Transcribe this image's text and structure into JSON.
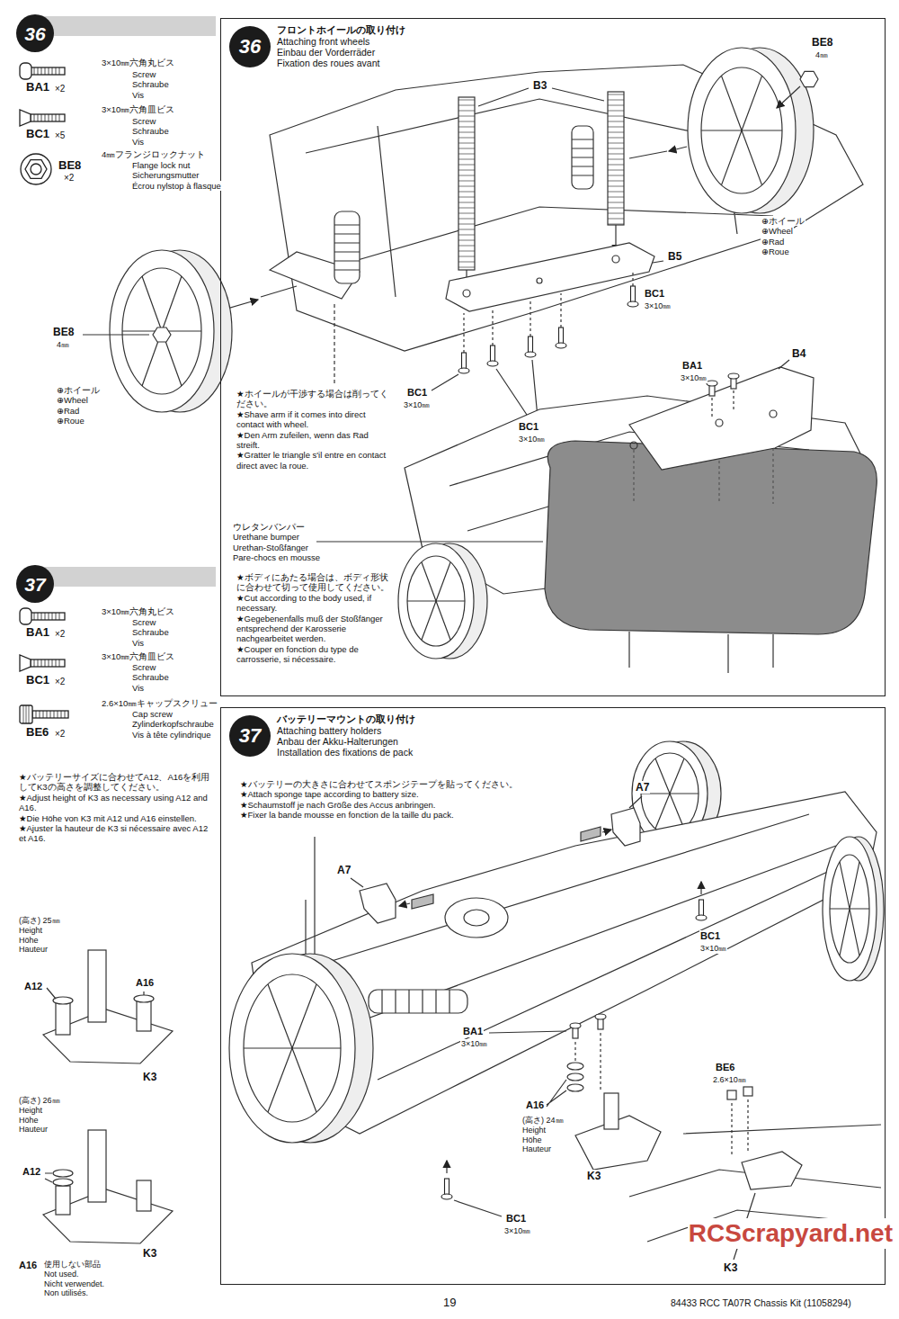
{
  "diagram": {
    "nodes": [
      {
        "text": [
          "36"
        ]
      },
      {
        "text": [
          "フロントホイールの取り付け",
          "Attaching front wheels",
          "Einbau der Vorderräder",
          "Fixation des roues avant"
        ]
      },
      {
        "text": [
          "36"
        ],
        "in": 1
      },
      {
        "text": [
          "37"
        ]
      },
      {
        "text": [
          "バッテリーマウントの取り付け",
          "Attaching battery holders",
          "Anbau der Akku-Halterungen",
          "Installation des fixations de pack"
        ]
      },
      {
        "text": [
          "37"
        ],
        "in": 4
      }
    ],
    "labels": [
      "BA1",
      "×2",
      "3×10㎜六角丸ビス",
      "Screw",
      "Schraube",
      "Vis",
      "BC1",
      "×5",
      "3×10㎜六角皿ビス",
      "Screw",
      "Schraube",
      "Vis",
      "BE8",
      "×2",
      "4㎜フランジロックナット",
      "Flange lock nut",
      "Sicherungsmutter",
      "Écrou nylstop à flasque",
      "B3",
      "BE8",
      "4㎜",
      "⊕ホイール",
      "⊕Wheel",
      "⊕Rad",
      "⊕Roue",
      "B5",
      "BC1",
      "3×10㎜",
      "BC1",
      "3×10㎜",
      "BC1",
      "3×10㎜",
      "BA1",
      "3×10㎜",
      "B4",
      "BE8",
      "4㎜",
      "⊕ホイール",
      "⊕Wheel",
      "⊕Rad",
      "⊕Roue",
      "★ホイールが干渉する場合は削ってください。",
      "★Shave arm if it comes into direct contact with wheel.",
      "★Den Arm zufeilen, wenn das Rad streift.",
      "★Gratter le triangle s'il entre en contact direct avec la roue.",
      "ウレタンバンパー",
      "Urethane bumper",
      "Urethan-Stoßfänger",
      "Pare-chocs en mousse",
      "★ボディにあたる場合は、ボディ形状に合わせて切って使用してください。",
      "★Cut according to the body used, if necessary.",
      "★Gegebenenfalls muß der Stoßfänger entsprechend der Karosserie nachgearbeitet werden.",
      "★Couper en fonction du type de carrosserie, si nécessaire.",
      "BA1",
      "×2",
      "3×10㎜六角丸ビス",
      "Screw",
      "Schraube",
      "Vis",
      "BC1",
      "×2",
      "3×10㎜六角皿ビス",
      "Screw",
      "Schraube",
      "Vis",
      "BE6",
      "×2",
      "2.6×10㎜キャップスクリュー",
      "Cap screw",
      "Zylinderkopfschraube",
      "Vis à tête cylindrique",
      "★バッテリーサイズに合わせてA12、A16を利用してK3の高さを調整してください。",
      "★Adjust height of K3 as necessary using A12 and A16.",
      "★Die Höhe von K3 mit A12 und A16 einstellen.",
      "★Ajuster la hauteur de K3 si nécessaire avec A12 et A16.",
      "(高さ) 25㎜",
      "Height",
      "Höhe",
      "Hauteur",
      "A12",
      "A16",
      "K3",
      "(高さ) 26㎜",
      "Height",
      "Höhe",
      "Hauteur",
      "A12",
      "K3",
      "A16",
      "使用しない部品",
      "Not used.",
      "Nicht verwendet.",
      "Non utilisés.",
      "★バッテリーの大きさに合わせてスポンジテープを貼ってください。",
      "★Attach sponge tape according to battery size.",
      "★Schaumstoff je nach Größe des Accus anbringen.",
      "★Fixer la bande mousse en fonction de la taille du pack.",
      "A7",
      "A7",
      "BC1",
      "3×10㎜",
      "BA1",
      "3×10㎜",
      "A16",
      "(高さ) 24㎜",
      "Height",
      "Höhe",
      "Hauteur",
      "K3",
      "BC1",
      "3×10㎜",
      "BE6",
      "2.6×10㎜",
      "K3",
      "19",
      "84433 RCC TA07R Chassis Kit (11058294)",
      "RCScrapyard.net"
    ]
  }
}
